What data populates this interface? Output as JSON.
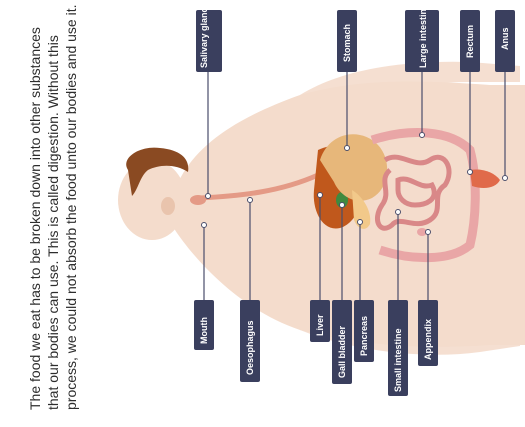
{
  "paragraph": "The food we eat has to be broken down into other substances that our bodies can use. This is called digestion. Without this process, we could not absorb the food unto our bodies and use it.",
  "labels": {
    "salivary_glands": "Salivary glands",
    "stomach": "Stomach",
    "large_intestine": "Large intestine",
    "rectum": "Rectum",
    "anus": "Anus",
    "mouth": "Mouth",
    "oesophagus": "Oesophagus",
    "liver": "Liver",
    "gall_bladder": "Gall bladder",
    "pancreas": "Pancreas",
    "small_intestine": "Small intestine",
    "appendix": "Appendix"
  },
  "colors": {
    "skin": "#f4dccc",
    "hair": "#8a4a22",
    "label_bg": "#3a3f5e",
    "liver": "#c0581c",
    "stomach": "#e7b77a",
    "intestine": "#e9a6a6",
    "rectum": "#e06a4a"
  }
}
